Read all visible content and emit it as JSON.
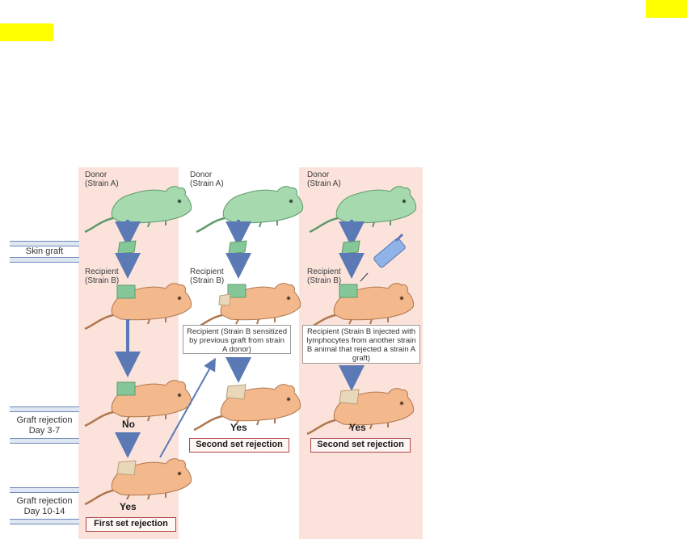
{
  "row_labels": {
    "skin_graft": "Skin graft",
    "graft_rejection_1": "Graft rejection",
    "day_1": "Day 3-7",
    "graft_rejection_2": "Graft rejection",
    "day_2": "Day 10-14"
  },
  "panel1": {
    "donor": "Donor",
    "donor_strain": "(Strain A)",
    "recipient": "Recipient",
    "recipient_strain": "(Strain B)",
    "result_no": "No",
    "result_yes": "Yes",
    "box": "First set rejection"
  },
  "panel2": {
    "donor": "Donor",
    "donor_strain": "(Strain A)",
    "recipient": "Recipient",
    "recipient_strain": "(Strain B)",
    "note": "Recipient (Strain B sensitized by previous graft from strain A donor)",
    "result": "Yes",
    "box": "Second set rejection"
  },
  "panel3": {
    "donor": "Donor",
    "donor_strain": "(Strain A)",
    "recipient": "Recipient",
    "recipient_strain": "(Strain B)",
    "note": "Recipient (Strain B injected with lymphocytes from another strain B animal that rejected a strain A graft)",
    "result": "Yes",
    "box": "Second set rejection"
  },
  "colors": {
    "panel_bg": "#fbe3dc",
    "donor_mouse": "#a6d9ae",
    "recipient_mouse": "#f3b98c",
    "graft": "#86c79a",
    "arrow": "#5b79b5",
    "highlight": "#ffff00"
  }
}
